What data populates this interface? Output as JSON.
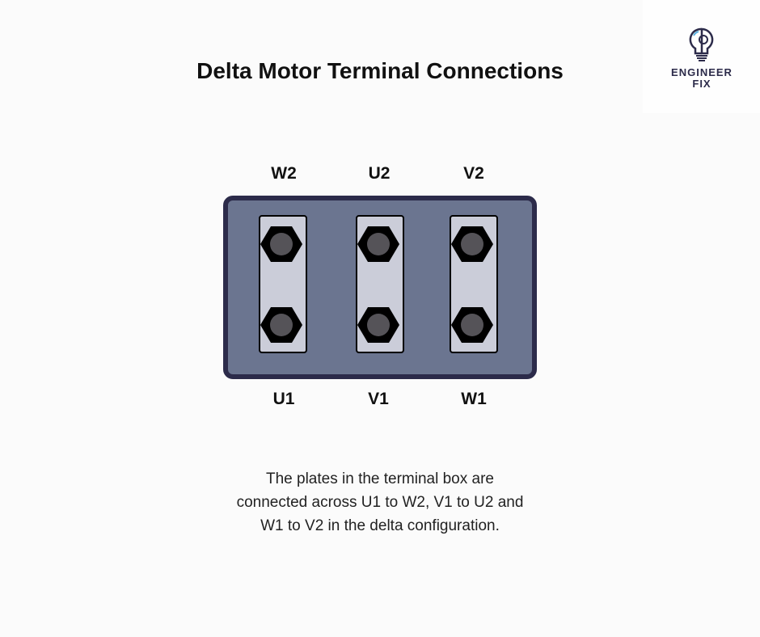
{
  "title": "Delta Motor Terminal Connections",
  "logo": {
    "line1": "ENGINEER",
    "line2": "FIX",
    "icon": "lightbulb-gear-icon"
  },
  "top_labels": [
    "W2",
    "U2",
    "V2"
  ],
  "bottom_labels": [
    "U1",
    "V1",
    "W1"
  ],
  "description": [
    "The plates in the terminal box are",
    "connected across U1 to W2, V1 to U2 and",
    "W1 to V2 in the delta configuration."
  ],
  "colors": {
    "box_fill": "#6b7590",
    "box_border": "#2c2b4a",
    "plate": "#cbcdd9",
    "nut": "#000000",
    "bolt": "#555358"
  }
}
